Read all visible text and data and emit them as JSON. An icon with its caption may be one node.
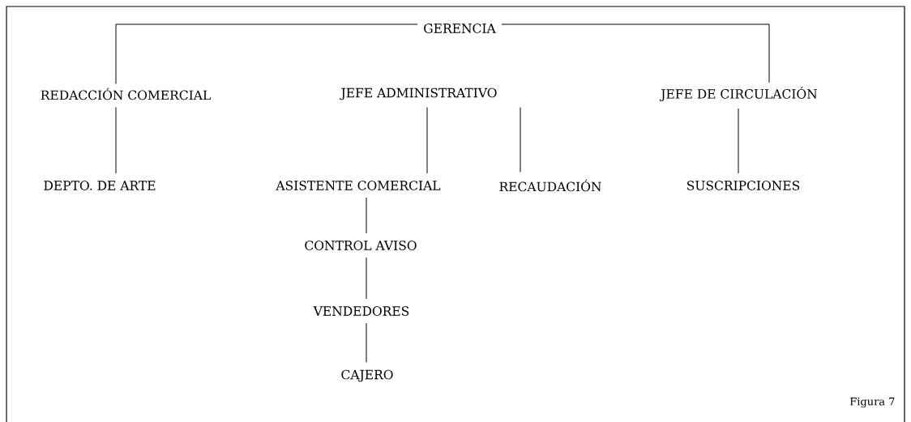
{
  "diagram": {
    "nodes": [
      {
        "text": [
          "GERENCIA"
        ]
      },
      {
        "text": [
          "REDACCIÓN COMERCIAL"
        ]
      },
      {
        "text": [
          "JEFE ADMINISTRATIVO"
        ]
      },
      {
        "text": [
          "JEFE DE CIRCULACIÓN"
        ]
      },
      {
        "text": [
          "DEPTO. DE ARTE"
        ]
      },
      {
        "text": [
          "ASISTENTE COMERCIAL"
        ]
      },
      {
        "text": [
          "RECAUDACIÓN"
        ]
      },
      {
        "text": [
          "SUSCRIPCIONES"
        ]
      },
      {
        "text": [
          "CONTROL AVISO"
        ]
      },
      {
        "text": [
          "VENDEDORES"
        ]
      },
      {
        "text": [
          "CAJERO"
        ]
      }
    ],
    "edges": [
      {
        "from": 0,
        "to": 1,
        "arrow": "none"
      },
      {
        "from": 0,
        "to": 3,
        "arrow": "none"
      },
      {
        "from": 1,
        "to": 4,
        "arrow": "none"
      },
      {
        "from": 2,
        "to": 5,
        "arrow": "none"
      },
      {
        "from": 2,
        "to": 6,
        "arrow": "none"
      },
      {
        "from": 3,
        "to": 7,
        "arrow": "none"
      },
      {
        "from": 5,
        "to": 8,
        "arrow": "none"
      },
      {
        "from": 8,
        "to": 9,
        "arrow": "none"
      },
      {
        "from": 9,
        "to": 10,
        "arrow": "none"
      }
    ],
    "labels": [
      "Figura 7"
    ]
  }
}
